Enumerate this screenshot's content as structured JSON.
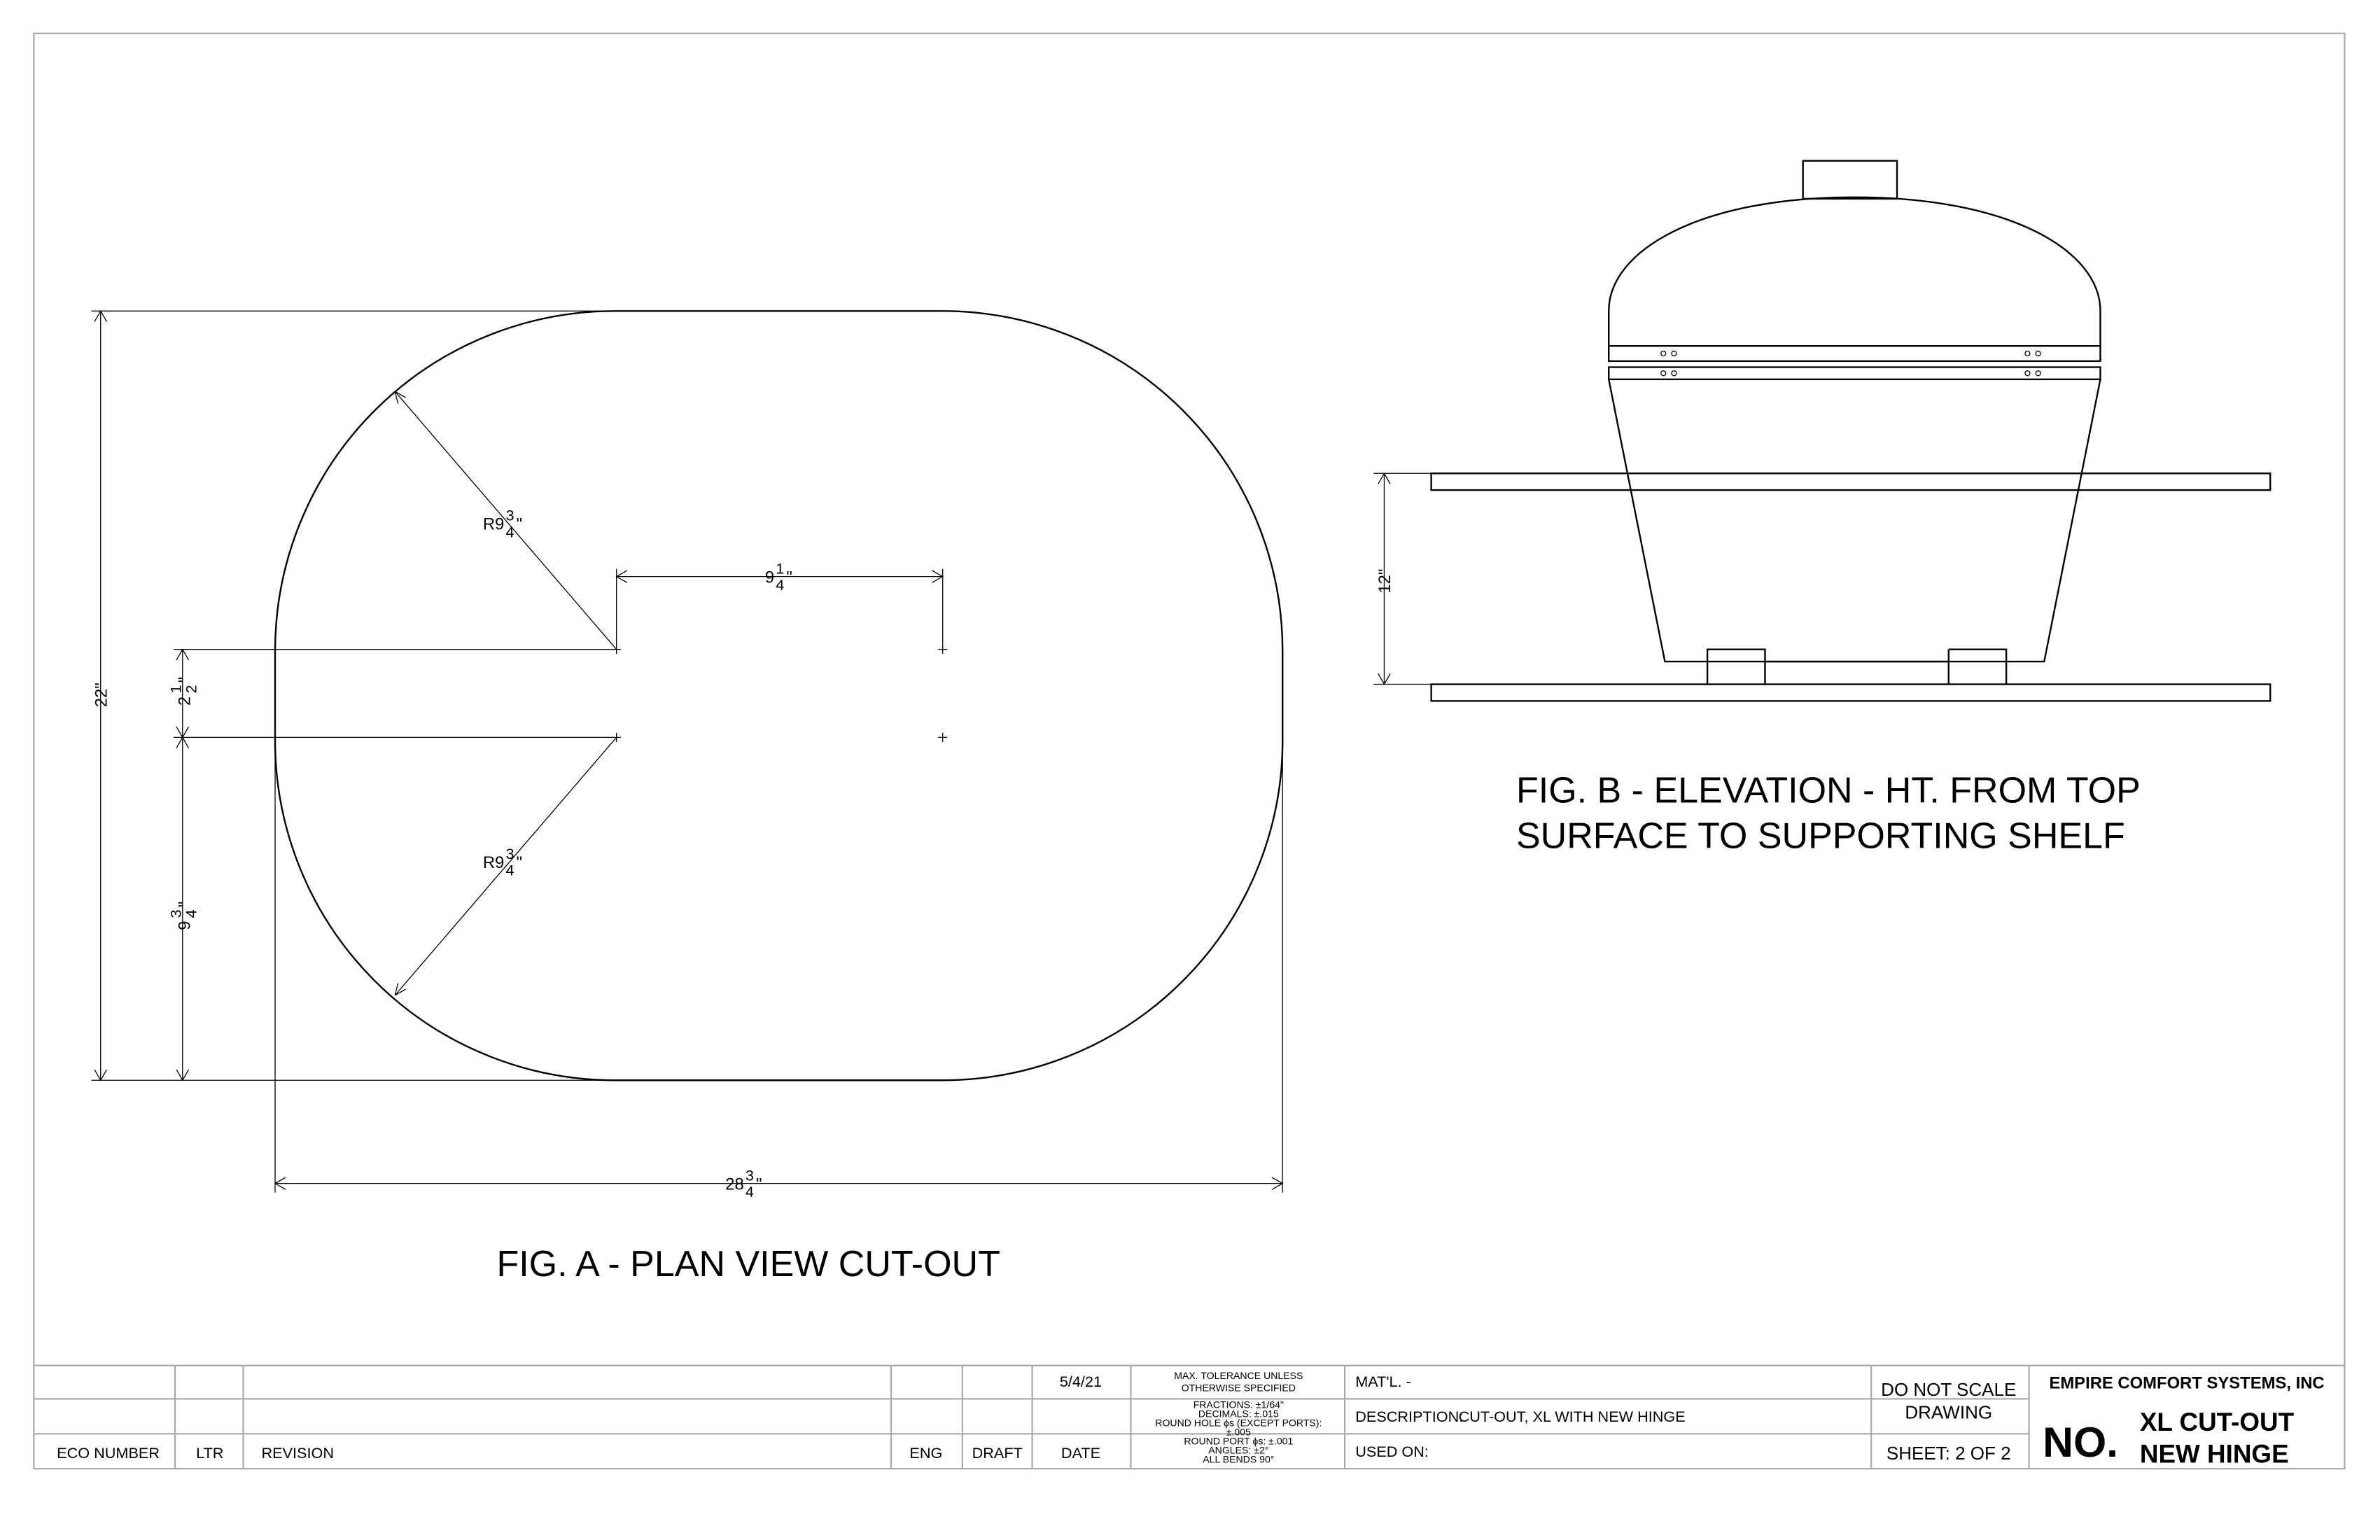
{
  "fig_a": {
    "caption": "FIG. A - PLAN VIEW CUT-OUT",
    "dims": {
      "overall_height": {
        "whole": "22",
        "unit": "\""
      },
      "width": {
        "whole": "28",
        "num": "3",
        "den": "4",
        "unit": "\""
      },
      "center_spacing_h": {
        "whole": "9",
        "num": "1",
        "den": "4",
        "unit": "\""
      },
      "center_spacing_v": {
        "whole": "2",
        "num": "1",
        "den": "2",
        "unit": "\""
      },
      "lower_offset": {
        "whole": "9",
        "num": "3",
        "den": "4",
        "unit": "\""
      },
      "radius_top": {
        "whole": "R9",
        "num": "3",
        "den": "4",
        "unit": "\""
      },
      "radius_bottom": {
        "whole": "R9",
        "num": "3",
        "den": "4",
        "unit": "\""
      }
    }
  },
  "fig_b": {
    "caption_line1": "FIG. B - ELEVATION - HT. FROM TOP",
    "caption_line2": "SURFACE TO SUPPORTING SHELF",
    "height_dim": "12\""
  },
  "title_block": {
    "col_eco": "ECO NUMBER",
    "col_ltr": "LTR",
    "col_revision": "REVISION",
    "col_eng": "ENG",
    "col_draft": "DRAFT",
    "col_date": "DATE",
    "date": "5/4/21",
    "tolerance_header1": "MAX. TOLERANCE UNLESS",
    "tolerance_header2": "OTHERWISE SPECIFIED",
    "tolerance_lines": [
      "FRACTIONS: ±1/64\"",
      "DECIMALS: ±.015",
      "ROUND HOLE ϕs (EXCEPT PORTS):",
      "±.005",
      "ROUND PORT ϕs: ±.001",
      "ANGLES: ±2°",
      "ALL BENDS 90°"
    ],
    "material": "MAT'L. -",
    "description_label": "DESCRIPTION:",
    "description": "CUT-OUT, XL WITH NEW HINGE",
    "used_on": "USED ON:",
    "do_not_scale1": "DO NOT SCALE",
    "do_not_scale2": "DRAWING",
    "sheet": "SHEET:  2  OF  2",
    "company": "EMPIRE COMFORT SYSTEMS, INC",
    "no_label": "NO.",
    "part_no1": "XL CUT-OUT",
    "part_no2": "NEW HINGE"
  }
}
